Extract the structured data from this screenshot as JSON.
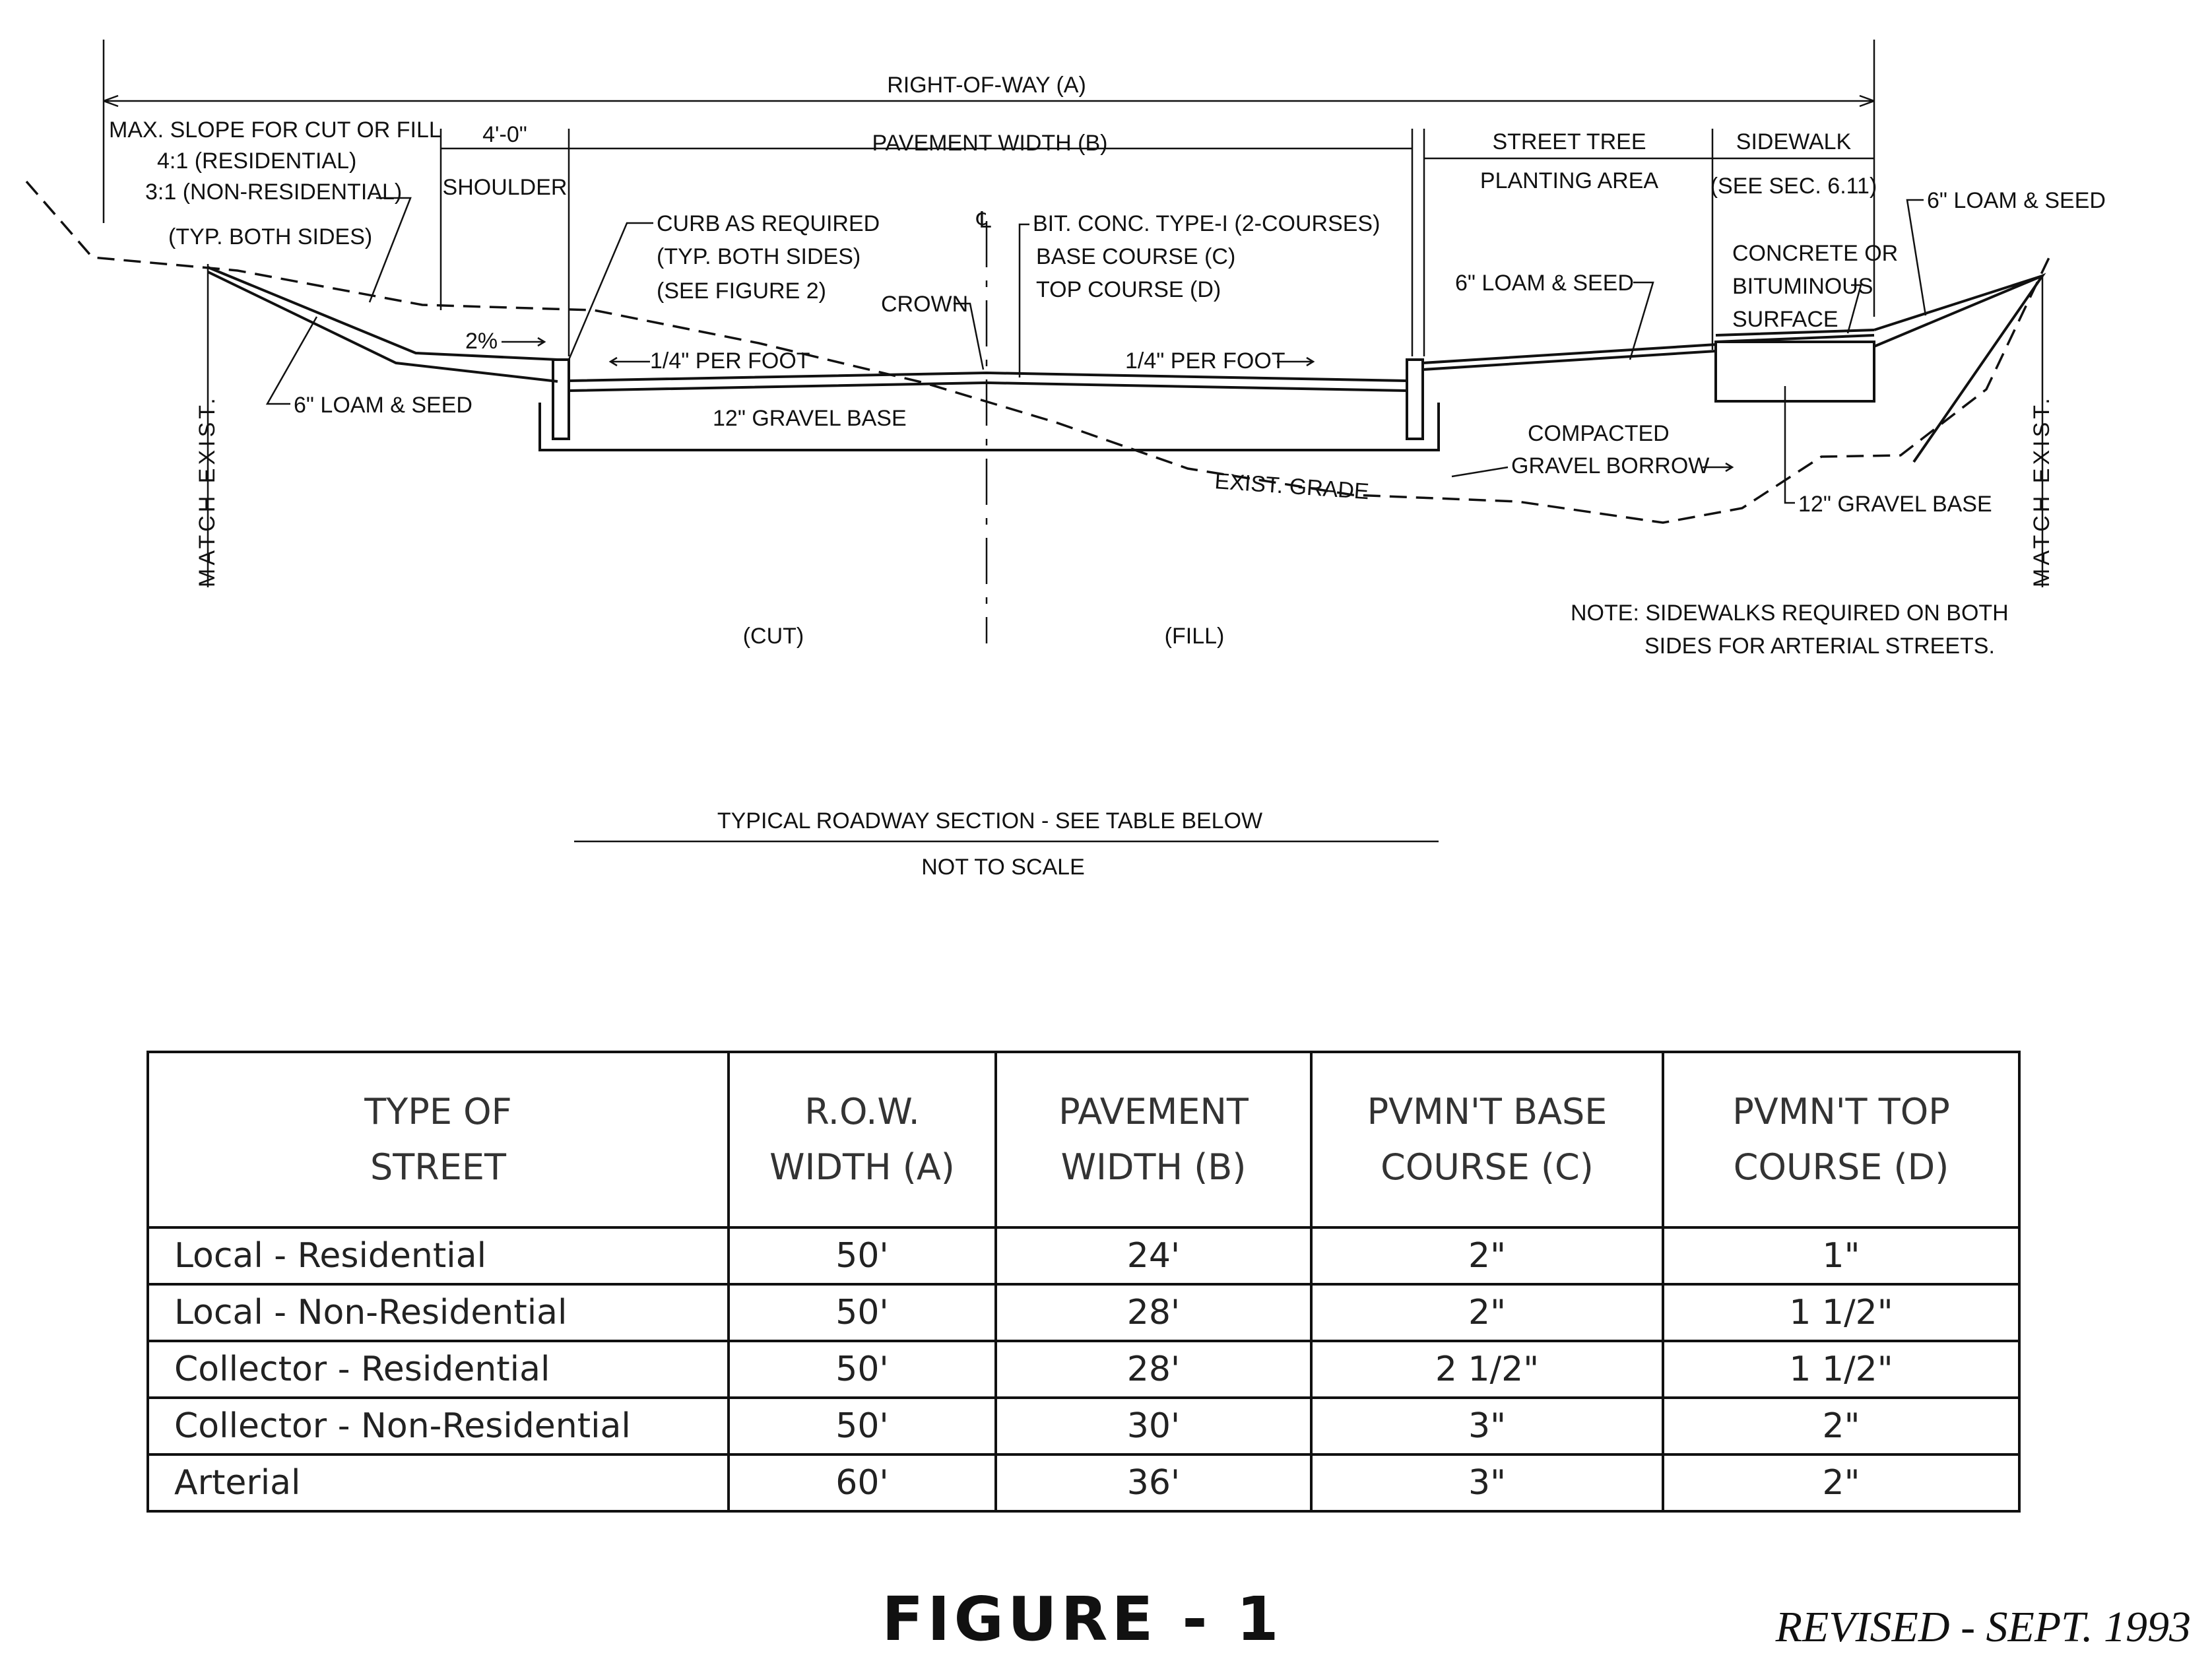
{
  "drawing": {
    "right_of_way": "RIGHT-OF-WAY (A)",
    "max_slope": [
      "MAX. SLOPE FOR CUT OR FILL",
      "4:1 (RESIDENTIAL)",
      "3:1 (NON-RESIDENTIAL)",
      "(TYP. BOTH SIDES)"
    ],
    "shoulder_dim": "4'-0\"",
    "shoulder": "SHOULDER",
    "pavement_width": "PAVEMENT WIDTH (B)",
    "street_tree": [
      "STREET TREE",
      "PLANTING AREA"
    ],
    "sidewalk": [
      "SIDEWALK",
      "(SEE SEC. 6.11)"
    ],
    "loam_right": "6\" LOAM & SEED",
    "curb": [
      "CURB AS REQUIRED",
      "(TYP. BOTH SIDES)",
      "(SEE FIGURE 2)"
    ],
    "centerline": "℄",
    "bit_conc": [
      "BIT. CONC. TYPE-I (2-COURSES)",
      "BASE COURSE (C)",
      "TOP COURSE (D)"
    ],
    "crown": "CROWN",
    "loam_mid": "6\" LOAM & SEED",
    "concrete": [
      "CONCRETE OR",
      "BITUMINOUS",
      "SURFACE"
    ],
    "slope_2pct": "2%",
    "per_foot_left": "1/4\" PER FOOT",
    "per_foot_right": "1/4\" PER FOOT",
    "loam_left": "6\" LOAM & SEED",
    "gravel_base": "12\" GRAVEL BASE",
    "compacted": [
      "COMPACTED",
      "GRAVEL BORROW"
    ],
    "exist_grade": "EXIST. GRADE",
    "gravel_base_sw": "12\" GRAVEL BASE",
    "match_exist": "MATCH EXIST.",
    "cut": "(CUT)",
    "fill": "(FILL)",
    "note": [
      "NOTE: SIDEWALKS REQUIRED ON BOTH",
      "SIDES FOR ARTERIAL STREETS."
    ],
    "section_title": "TYPICAL ROADWAY SECTION - SEE TABLE BELOW",
    "not_to_scale": "NOT TO SCALE"
  },
  "table": {
    "headers": [
      "TYPE OF STREET",
      "R.O.W. WIDTH (A)",
      "PAVEMENT WIDTH (B)",
      "PVMN'T BASE COURSE (C)",
      "PVMN'T TOP COURSE (D)"
    ],
    "rows": [
      [
        "Local - Residential",
        "50'",
        "24'",
        "2\"",
        "1\""
      ],
      [
        "Local - Non-Residential",
        "50'",
        "28'",
        "2\"",
        "1 1/2\""
      ],
      [
        "Collector - Residential",
        "50'",
        "28'",
        "2 1/2\"",
        "1 1/2\""
      ],
      [
        "Collector - Non-Residential",
        "50'",
        "30'",
        "3\"",
        "2\""
      ],
      [
        "Arterial",
        "60'",
        "36'",
        "3\"",
        "2\""
      ]
    ]
  },
  "figure_title": "FIGURE - 1",
  "revised": "REVISED - SEPT. 1993"
}
